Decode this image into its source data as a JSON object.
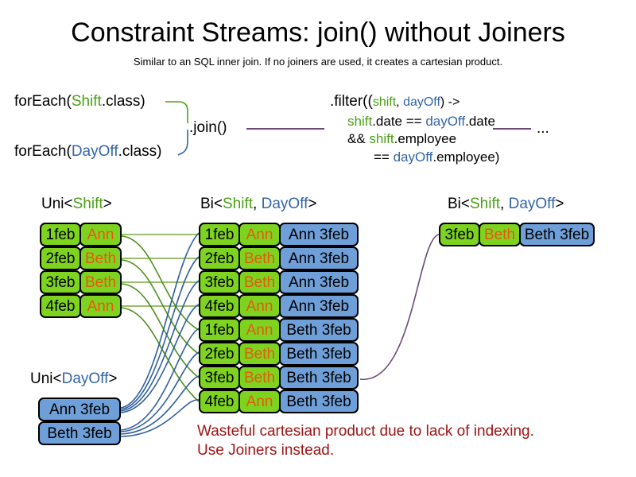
{
  "header": {
    "title": "Constraint Streams: join() without Joiners",
    "subtitle": "Similar to an SQL inner join. If no joiners are used, it creates a cartesian product."
  },
  "code": {
    "foreach_shift": {
      "prefix": "forEach(",
      "type": "Shift",
      "suffix": ".class)"
    },
    "foreach_dayoff": {
      "prefix": "forEach(",
      "type": "DayOff",
      "suffix": ".class)"
    },
    "join_label": ".join()",
    "filter": {
      "line1_prefix": ".filter((",
      "line1_a": "shift",
      "line1_comma": ", ",
      "line1_b": "dayOff",
      "line1_suffix": ") ->",
      "line2_a": "shift",
      "line2_mid": ".date == ",
      "line2_b": "dayOff",
      "line2_suffix": ".date",
      "line3_prefix": "&& ",
      "line3_a": "shift",
      "line3_suffix": ".employee",
      "line4_prefix": "== ",
      "line4_b": "dayOff",
      "line4_suffix": ".employee)"
    },
    "ellipsis": "..."
  },
  "streams": {
    "uni_shift": {
      "label_prefix": "Uni<",
      "label_type": "Shift",
      "label_suffix": ">",
      "rows": [
        {
          "date": "1feb",
          "name": "Ann"
        },
        {
          "date": "2feb",
          "name": "Beth"
        },
        {
          "date": "3feb",
          "name": "Beth"
        },
        {
          "date": "4feb",
          "name": "Ann"
        }
      ]
    },
    "uni_dayoff": {
      "label_prefix": "Uni<",
      "label_type": "DayOff",
      "label_suffix": ">",
      "rows": [
        {
          "pair": "Ann 3feb"
        },
        {
          "pair": "Beth 3feb"
        }
      ]
    },
    "bi_middle": {
      "label_prefix": "Bi<",
      "label_type_a": "Shift",
      "label_comma": ", ",
      "label_type_b": "DayOff",
      "label_suffix": ">",
      "rows": [
        {
          "date": "1feb",
          "name": "Ann",
          "pair": "Ann 3feb"
        },
        {
          "date": "2feb",
          "name": "Beth",
          "pair": "Ann 3feb"
        },
        {
          "date": "3feb",
          "name": "Beth",
          "pair": "Ann 3feb"
        },
        {
          "date": "4feb",
          "name": "Ann",
          "pair": "Ann 3feb"
        },
        {
          "date": "1feb",
          "name": "Ann",
          "pair": "Beth 3feb"
        },
        {
          "date": "2feb",
          "name": "Beth",
          "pair": "Beth 3feb"
        },
        {
          "date": "3feb",
          "name": "Beth",
          "pair": "Beth 3feb"
        },
        {
          "date": "4feb",
          "name": "Ann",
          "pair": "Beth 3feb"
        }
      ]
    },
    "bi_right": {
      "label_prefix": "Bi<",
      "label_type_a": "Shift",
      "label_comma": ", ",
      "label_type_b": "DayOff",
      "label_suffix": ">",
      "rows": [
        {
          "date": "3feb",
          "name": "Beth",
          "pair": "Beth 3feb"
        }
      ]
    }
  },
  "warning": {
    "line1": "Wasteful cartesian product due to lack of indexing.",
    "line2": "Use Joiners instead."
  },
  "colors": {
    "shift_green": "#7ed321",
    "dayoff_blue": "#6f9fd8",
    "name_orange": "#e8590c",
    "type_green": "#4aa014",
    "type_blue": "#3465a4",
    "warning_red": "#a01515",
    "connector_purple": "#6b4a77"
  }
}
